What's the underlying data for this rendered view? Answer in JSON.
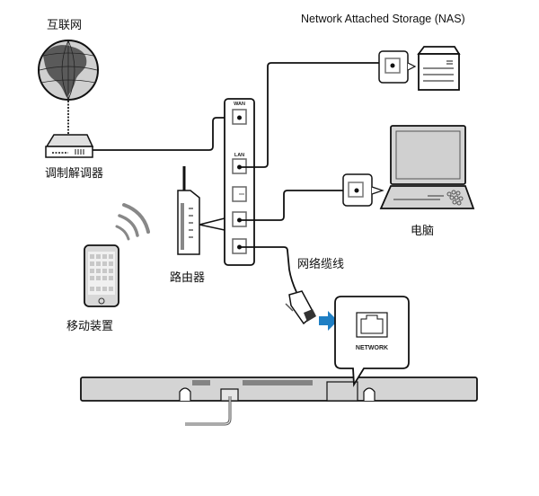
{
  "labels": {
    "internet": "互联网",
    "modem": "调制解调器",
    "router": "路由器",
    "mobile": "移动装置",
    "nas": "Network Attached Storage (NAS)",
    "computer": "电脑",
    "cable": "网络缆线"
  },
  "router_ports": {
    "wan": "WAN",
    "lan": "LAN"
  },
  "callout": {
    "port_label": "NETWORK"
  },
  "colors": {
    "arrow": "#1f7fc4",
    "device_fill": "#d4d4d4",
    "line": "#111111"
  }
}
